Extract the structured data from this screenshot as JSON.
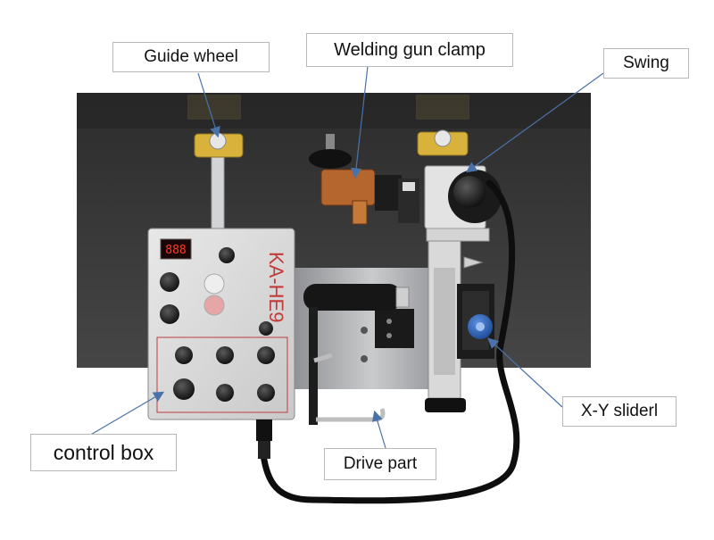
{
  "callouts": {
    "guide_wheel": "Guide wheel",
    "welding_gun_clamp": "Welding gun clamp",
    "swing": "Swing",
    "xy_slider": "X-Y sliderl",
    "control_box": "control box",
    "drive_part": "Drive part"
  },
  "panel_brand": "KA-HE9",
  "display_digits": "888",
  "colors": {
    "background": "#ffffff",
    "backplate": "#3a3a3a",
    "steel": "#a9abad",
    "panel": "#dcdcdc",
    "arrow": "#4a72a8",
    "brand_red": "#c23b3b",
    "knob_blue": "#2b63b8",
    "copper": "#b5652e"
  }
}
